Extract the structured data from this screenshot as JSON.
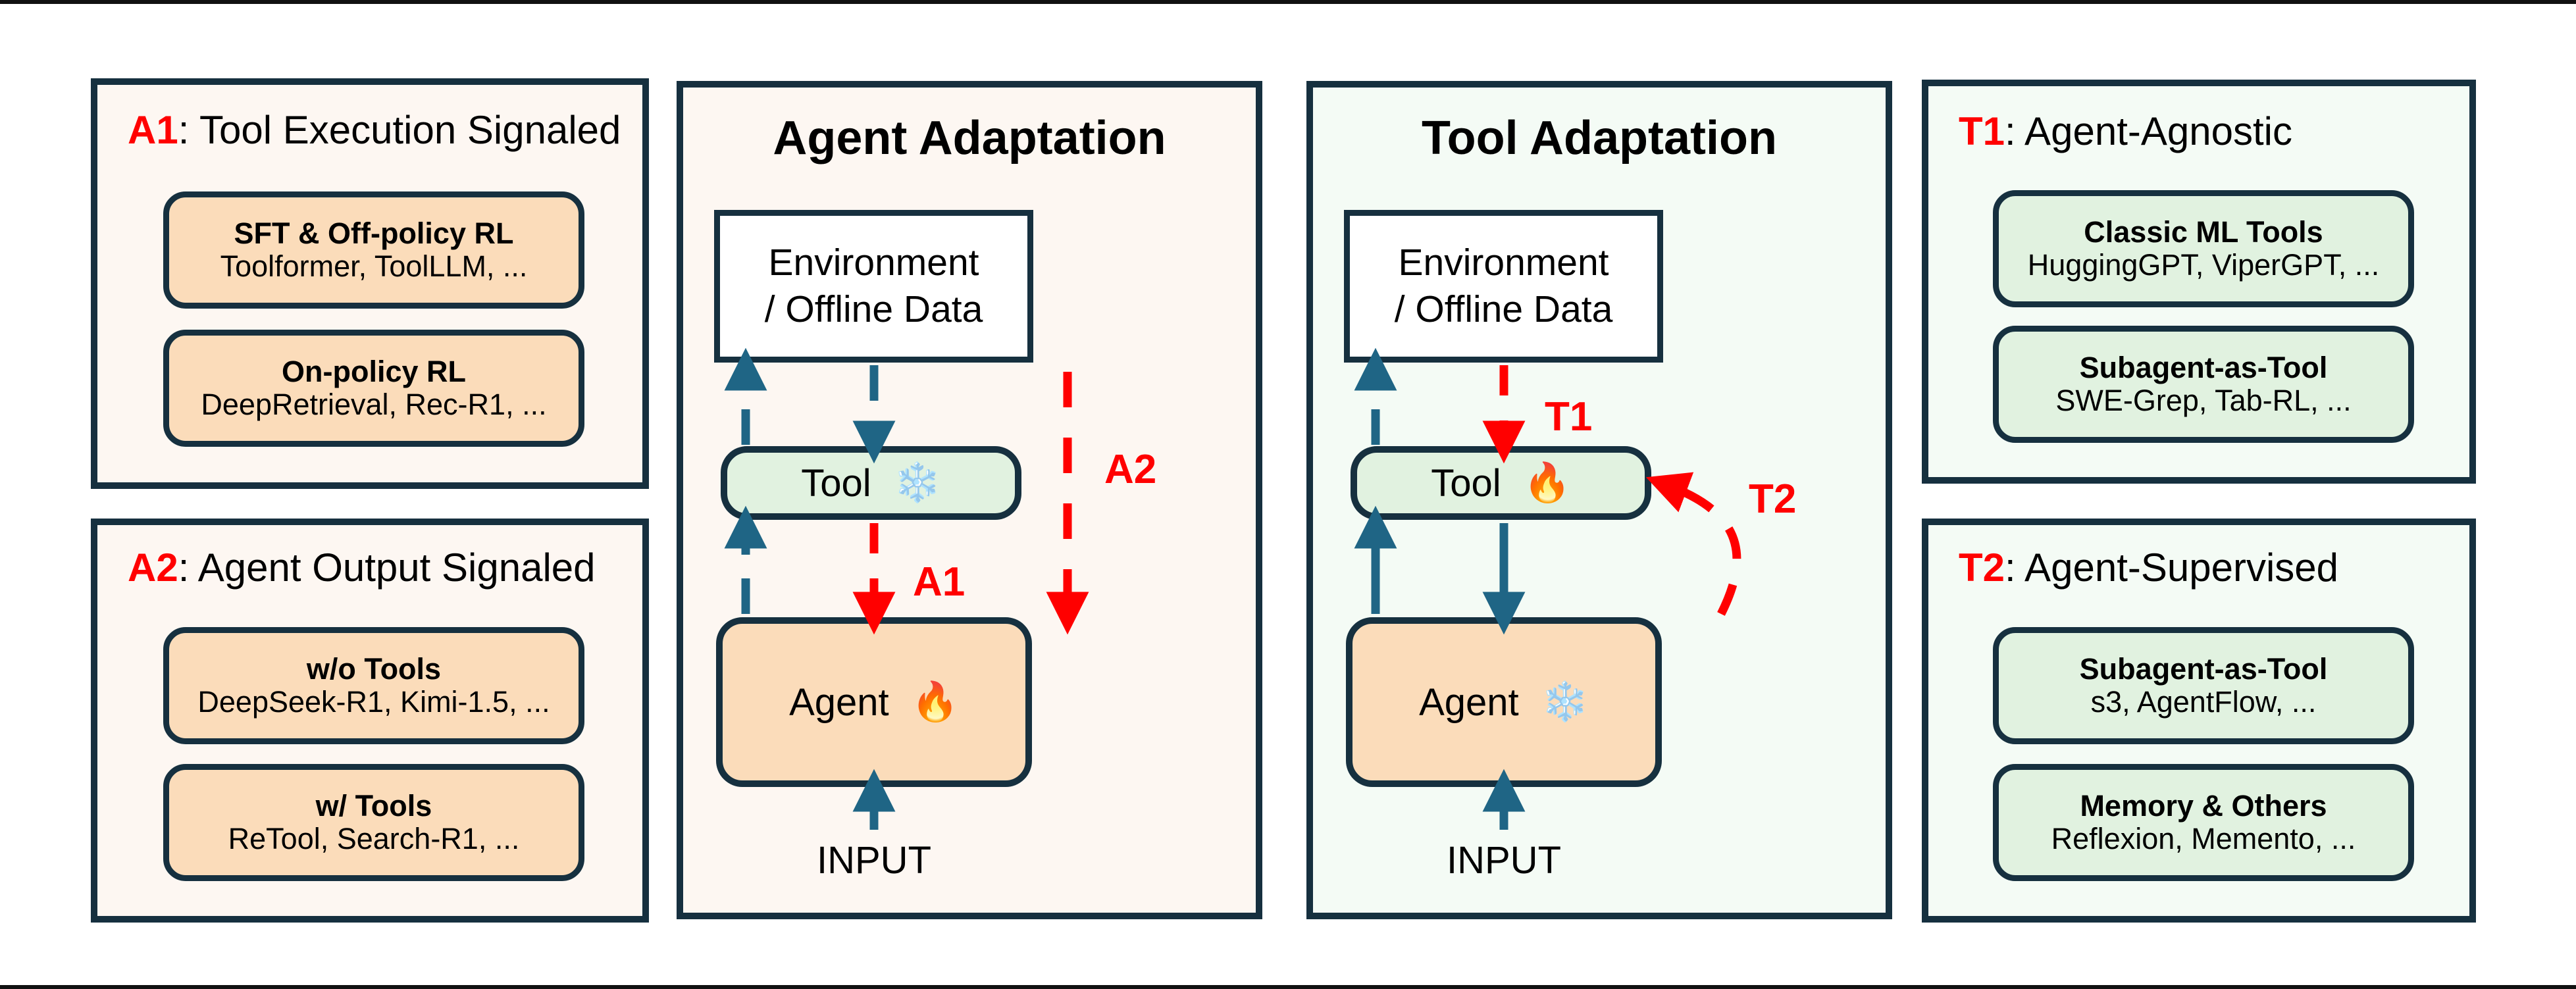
{
  "colors": {
    "panel_border": "#16303f",
    "accent_red": "#ff0000",
    "arrow_blue": "#1f6585",
    "orange_fill": "#fbdcba",
    "green_fill": "#e1f2e0",
    "cream_bg": "#fdf7f2",
    "mint_bg": "#f4fbf5"
  },
  "left_panels": [
    {
      "code": "A1",
      "title_rest": ": Tool Execution Signaled",
      "items": [
        {
          "title": "SFT & Off-policy RL",
          "examples": "Toolformer, ToolLLM, ..."
        },
        {
          "title": "On-policy RL",
          "examples": "DeepRetrieval, Rec-R1, ..."
        }
      ]
    },
    {
      "code": "A2",
      "title_rest": ": Agent Output Signaled",
      "items": [
        {
          "title": "w/o Tools",
          "examples": "DeepSeek-R1, Kimi-1.5, ..."
        },
        {
          "title": "w/ Tools",
          "examples": "ReTool, Search-R1, ..."
        }
      ]
    }
  ],
  "center_panels": [
    {
      "title": "Agent Adaptation",
      "env": {
        "line1": "Environment",
        "line2": "/ Offline Data"
      },
      "tool": {
        "label": "Tool",
        "state_icon": "snowflake-frozen",
        "emoji": "❄️"
      },
      "agent": {
        "label": "Agent",
        "state_icon": "fire-trainable",
        "emoji": "🔥"
      },
      "input": "INPUT",
      "flow_labels": [
        "A1",
        "A2"
      ]
    },
    {
      "title": "Tool Adaptation",
      "env": {
        "line1": "Environment",
        "line2": "/ Offline Data"
      },
      "tool": {
        "label": "Tool",
        "state_icon": "fire-trainable",
        "emoji": "🔥"
      },
      "agent": {
        "label": "Agent",
        "state_icon": "snowflake-frozen",
        "emoji": "❄️"
      },
      "input": "INPUT",
      "flow_labels": [
        "T1",
        "T2"
      ]
    }
  ],
  "right_panels": [
    {
      "code": "T1",
      "title_rest": ": Agent-Agnostic",
      "items": [
        {
          "title": "Classic ML Tools",
          "examples": "HuggingGPT, ViperGPT, ..."
        },
        {
          "title": "Subagent-as-Tool",
          "examples": "SWE-Grep, Tab-RL, ..."
        }
      ]
    },
    {
      "code": "T2",
      "title_rest": ": Agent-Supervised",
      "items": [
        {
          "title": "Subagent-as-Tool",
          "examples": "s3, AgentFlow, ..."
        },
        {
          "title": "Memory & Others",
          "examples": "Reflexion, Memento, ..."
        }
      ]
    }
  ]
}
